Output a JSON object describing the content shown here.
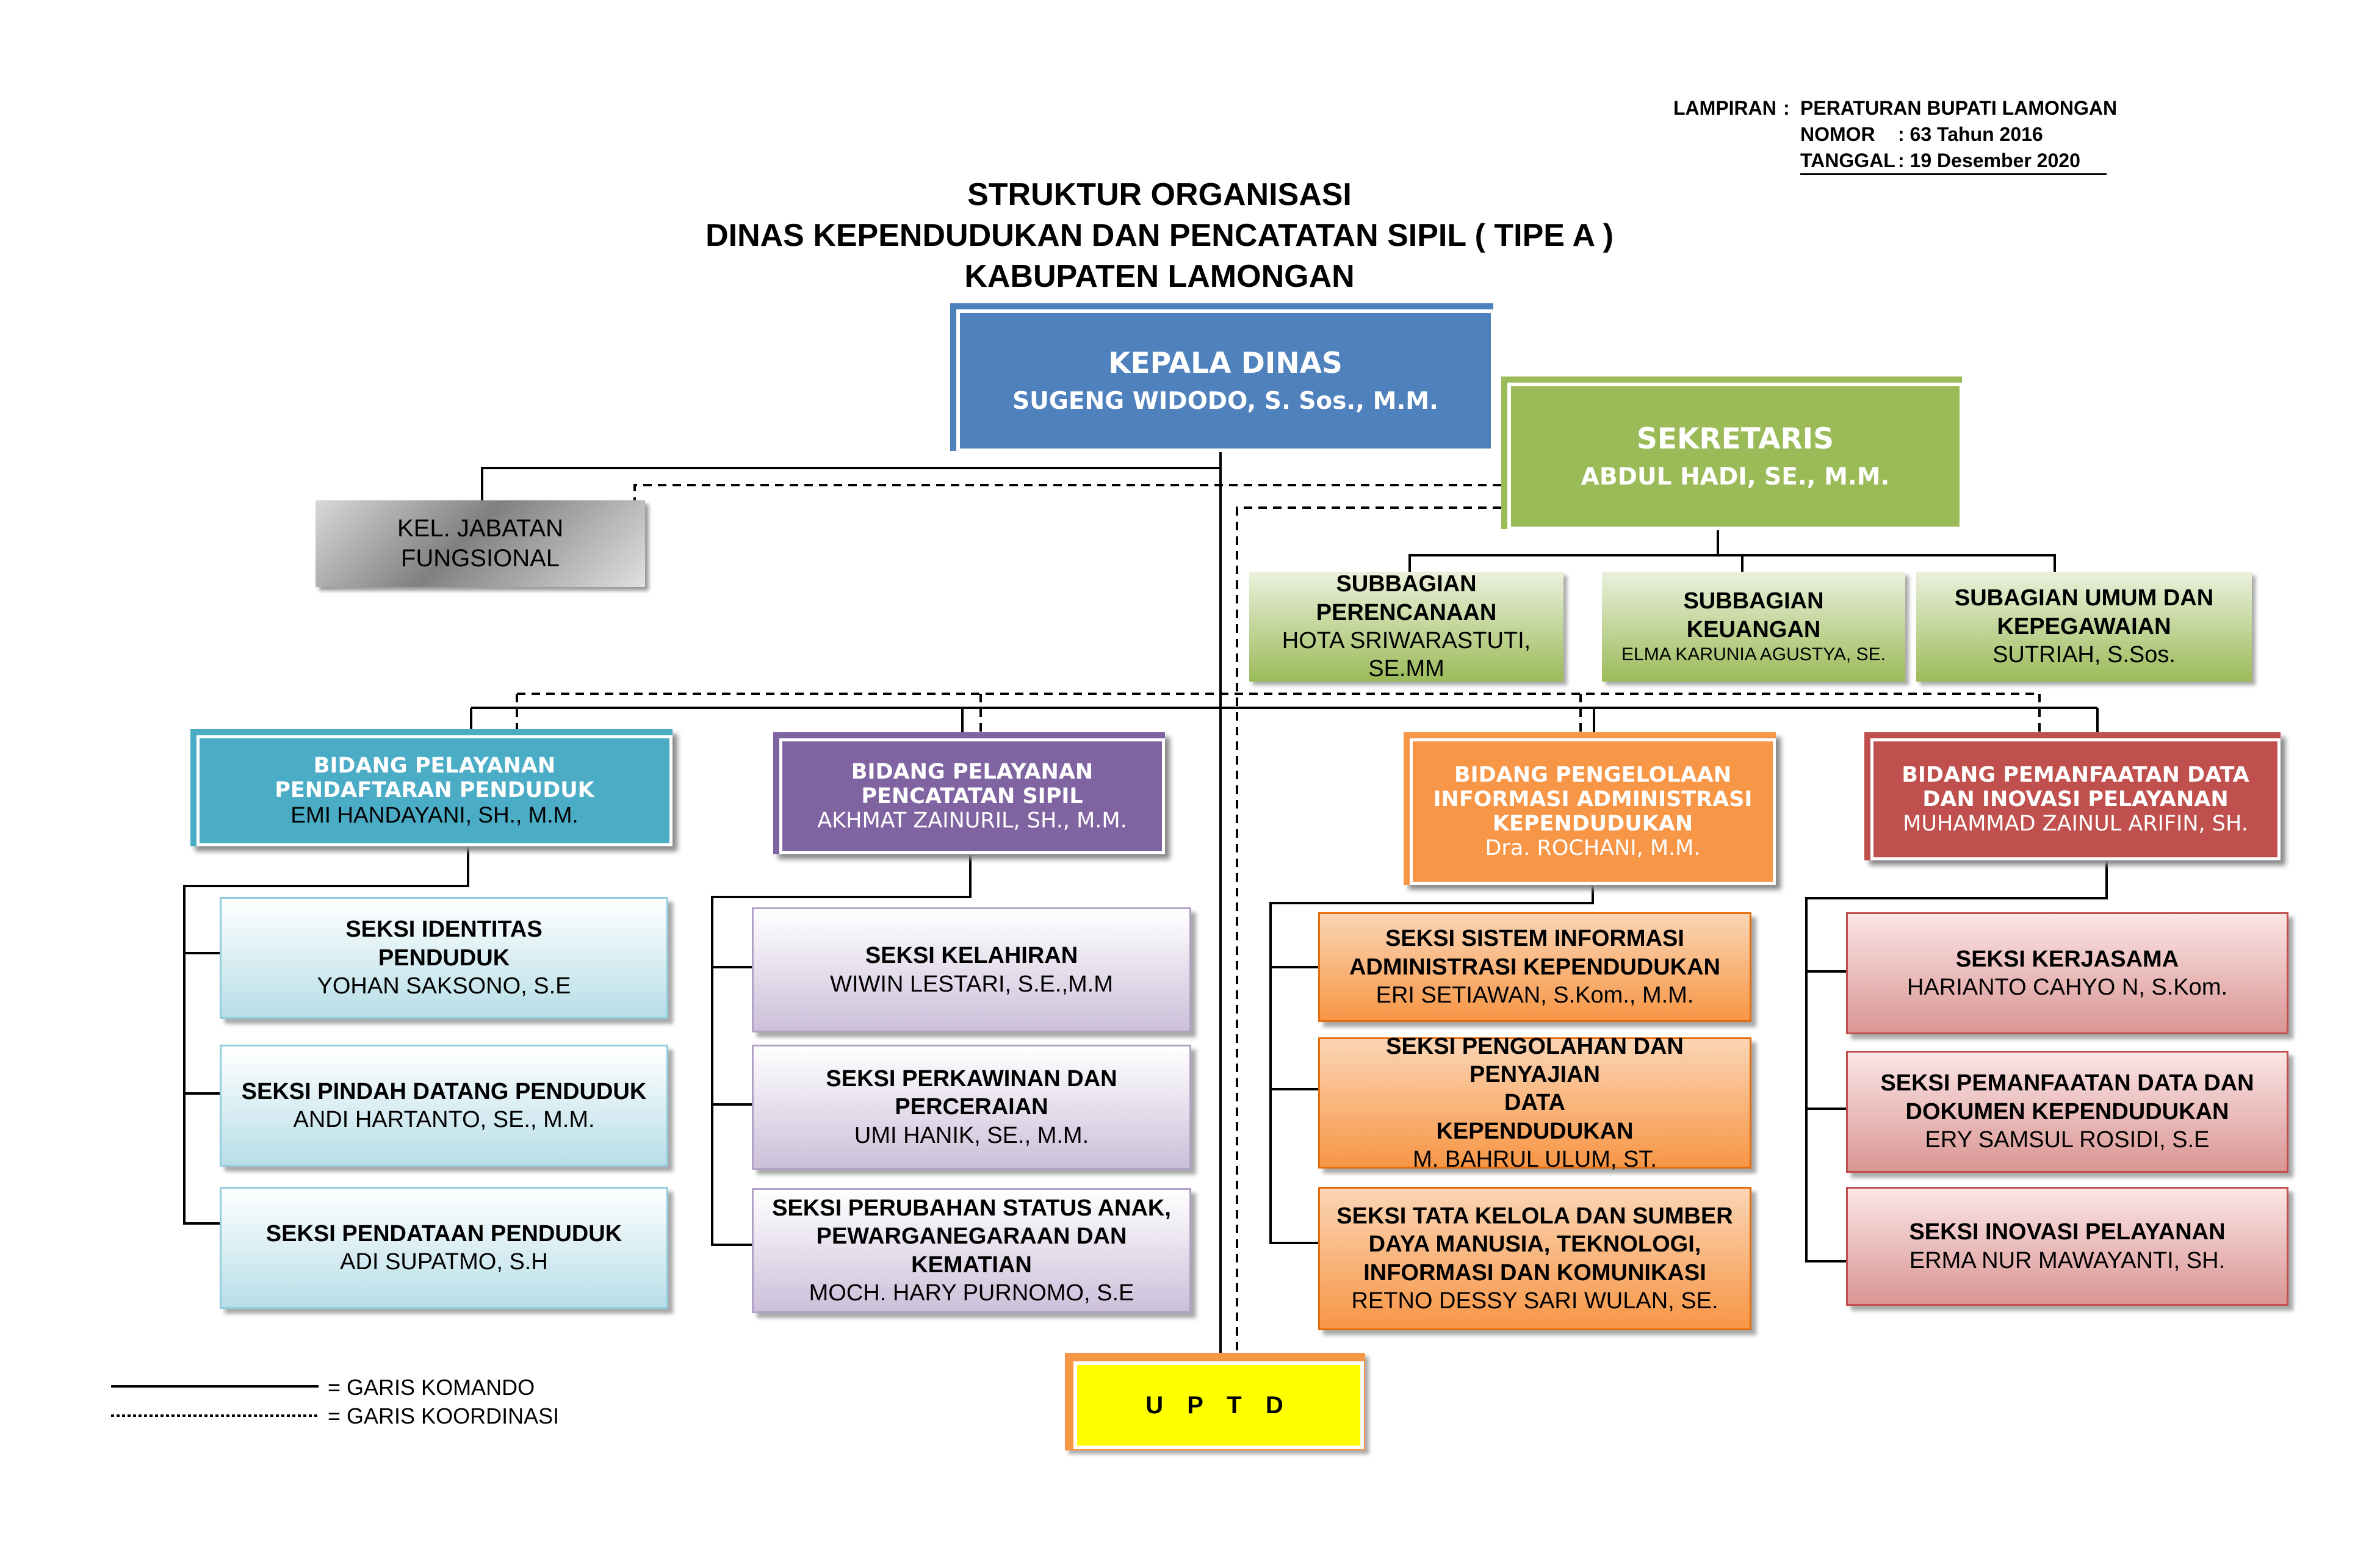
{
  "lampiran": {
    "label_lampiran": "LAMPIRAN",
    "colon": ":",
    "value_lampiran": "PERATURAN BUPATI LAMONGAN",
    "label_nomor": "NOMOR",
    "value_nomor": ": 63 Tahun 2016",
    "label_tanggal": "TANGGAL",
    "value_tanggal": ": 19 Desember  2020"
  },
  "title": {
    "line1": "STRUKTUR ORGANISASI",
    "line2": "DINAS KEPENDUDUKAN DAN PENCATATAN SIPIL ( TIPE A )",
    "line3": "KABUPATEN LAMONGAN"
  },
  "kepala": {
    "label": "KEPALA  DINAS",
    "name": "SUGENG WIDODO, S. Sos., M.M."
  },
  "sekretaris": {
    "label": "SEKRETARIS",
    "name": "ABDUL HADI, SE., M.M."
  },
  "kel_jabatan": {
    "line1": "KEL. JABATAN",
    "line2": "FUNGSIONAL"
  },
  "subbagian": [
    {
      "line1": "SUBBAGIAN",
      "line2": "PERENCANAAN",
      "name": "HOTA SRIWARASTUTI, SE.MM"
    },
    {
      "line1": "SUBBAGIAN",
      "line2": "KEUANGAN",
      "name": "ELMA KARUNIA AGUSTYA, SE."
    },
    {
      "line1": "SUBAGIAN UMUM DAN",
      "line2": "KEPEGAWAIAN",
      "name": "SUTRIAH, S.Sos."
    }
  ],
  "bidang": [
    {
      "line1": "BIDANG PELAYANAN",
      "line2": "PENDAFTARAN PENDUDUK",
      "line3": "",
      "name": "EMI HANDAYANI, SH., M.M.",
      "color": "#4bacc6"
    },
    {
      "line1": "BIDANG PELAYANAN",
      "line2": "PENCATATAN SIPIL",
      "line3": "",
      "name": "AKHMAT ZAINURIL, SH., M.M.",
      "color": "#8064a2"
    },
    {
      "line1": "BIDANG PENGELOLAAN",
      "line2": "INFORMASI ADMINISTRASI",
      "line3": "KEPENDUDUKAN",
      "name": "Dra. ROCHANI, M.M.",
      "color": "#f79646"
    },
    {
      "line1": "BIDANG PEMANFAATAN DATA",
      "line2": "DAN INOVASI PELAYANAN",
      "line3": "",
      "name": "MUHAMMAD ZAINUL ARIFIN, SH.",
      "color": "#c0504d"
    }
  ],
  "seksi": [
    [
      {
        "l1": "SEKSI  IDENTITAS",
        "l2": "PENDUDUK",
        "l3": "",
        "name": "YOHAN SAKSONO, S.E"
      },
      {
        "l1": "SEKSI PINDAH DATANG PENDUDUK",
        "l2": "",
        "l3": "",
        "name": "ANDI HARTANTO, SE., M.M."
      },
      {
        "l1": "SEKSI PENDATAAN PENDUDUK",
        "l2": "",
        "l3": "",
        "name": "ADI SUPATMO, S.H"
      }
    ],
    [
      {
        "l1": "SEKSI KELAHIRAN",
        "l2": "",
        "l3": "",
        "name": "WIWIN LESTARI, S.E.,M.M"
      },
      {
        "l1": "SEKSI PERKAWINAN DAN",
        "l2": "PERCERAIAN",
        "l3": "",
        "name": "UMI HANIK, SE., M.M."
      },
      {
        "l1": "SEKSI PERUBAHAN STATUS ANAK,",
        "l2": "PEWARGANEGARAAN DAN KEMATIAN",
        "l3": "",
        "name": "MOCH. HARY PURNOMO, S.E"
      }
    ],
    [
      {
        "l1": "SEKSI SISTEM INFORMASI",
        "l2": "ADMINISTRASI KEPENDUDUKAN",
        "l3": "",
        "name": "ERI SETIAWAN, S.Kom., M.M."
      },
      {
        "l1": "SEKSI PENGOLAHAN DAN PENYAJIAN",
        "l2": "DATA",
        "l3": "KEPENDUDUKAN",
        "name": "M. BAHRUL ULUM, ST."
      },
      {
        "l1": "SEKSI  TATA KELOLA DAN SUMBER",
        "l2": "DAYA MANUSIA, TEKNOLOGI,",
        "l3": "INFORMASI DAN KOMUNIKASI",
        "name": "RETNO DESSY SARI WULAN, SE."
      }
    ],
    [
      {
        "l1": "SEKSI  KERJASAMA",
        "l2": "",
        "l3": "",
        "name": "HARIANTO CAHYO N, S.Kom."
      },
      {
        "l1": "SEKSI  PEMANFAATAN DATA DAN",
        "l2": "DOKUMEN KEPENDUDUKAN",
        "l3": "",
        "name": "ERY SAMSUL ROSIDI, S.E"
      },
      {
        "l1": "SEKSI  INOVASI PELAYANAN",
        "l2": "",
        "l3": "",
        "name": "ERMA NUR MAWAYANTI, SH."
      }
    ]
  ],
  "uptd": {
    "label": "U P T D"
  },
  "legend": {
    "komando": "= GARIS KOMANDO",
    "koordinasi": "= GARIS KOORDINASI"
  }
}
